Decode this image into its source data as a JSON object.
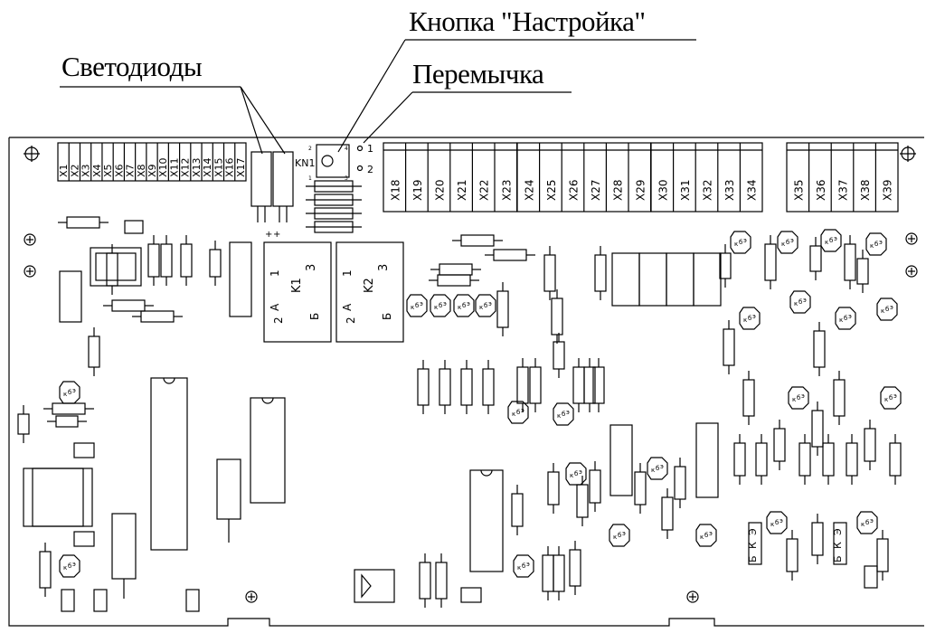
{
  "callouts": {
    "button": "Кнопка \"Настройка\"",
    "jumper": "Перемычка",
    "leds": "Светодиоды"
  },
  "connectors_left": [
    "X1",
    "X2",
    "X3",
    "X4",
    "X5",
    "X6",
    "X7",
    "X8",
    "X9",
    "X10",
    "X11",
    "X12",
    "X13",
    "X14",
    "X15",
    "X16",
    "X17"
  ],
  "connectors_right": [
    "X18",
    "X19",
    "X20",
    "X21",
    "X22",
    "X23",
    "X24",
    "X25",
    "X26",
    "X27",
    "X28",
    "X29",
    "X30",
    "X31",
    "X32",
    "X33",
    "X34",
    "X35",
    "X36",
    "X37",
    "X38",
    "X39"
  ],
  "button_ref": "KN1",
  "jumper_pins": [
    "1",
    "2"
  ],
  "relays": [
    {
      "ref": "K1",
      "pins": [
        "1",
        "3",
        "A",
        "2",
        "Б"
      ]
    },
    {
      "ref": "K2",
      "pins": [
        "1",
        "3",
        "A",
        "2",
        "Б"
      ]
    }
  ],
  "transistor_pin_labels": [
    "к",
    "б",
    "э"
  ],
  "led_polarity_marks": [
    "+",
    "+"
  ],
  "switch_pins": [
    "1",
    "2",
    "3",
    "4"
  ],
  "side_labels": [
    "Б",
    "К",
    "Э"
  ]
}
